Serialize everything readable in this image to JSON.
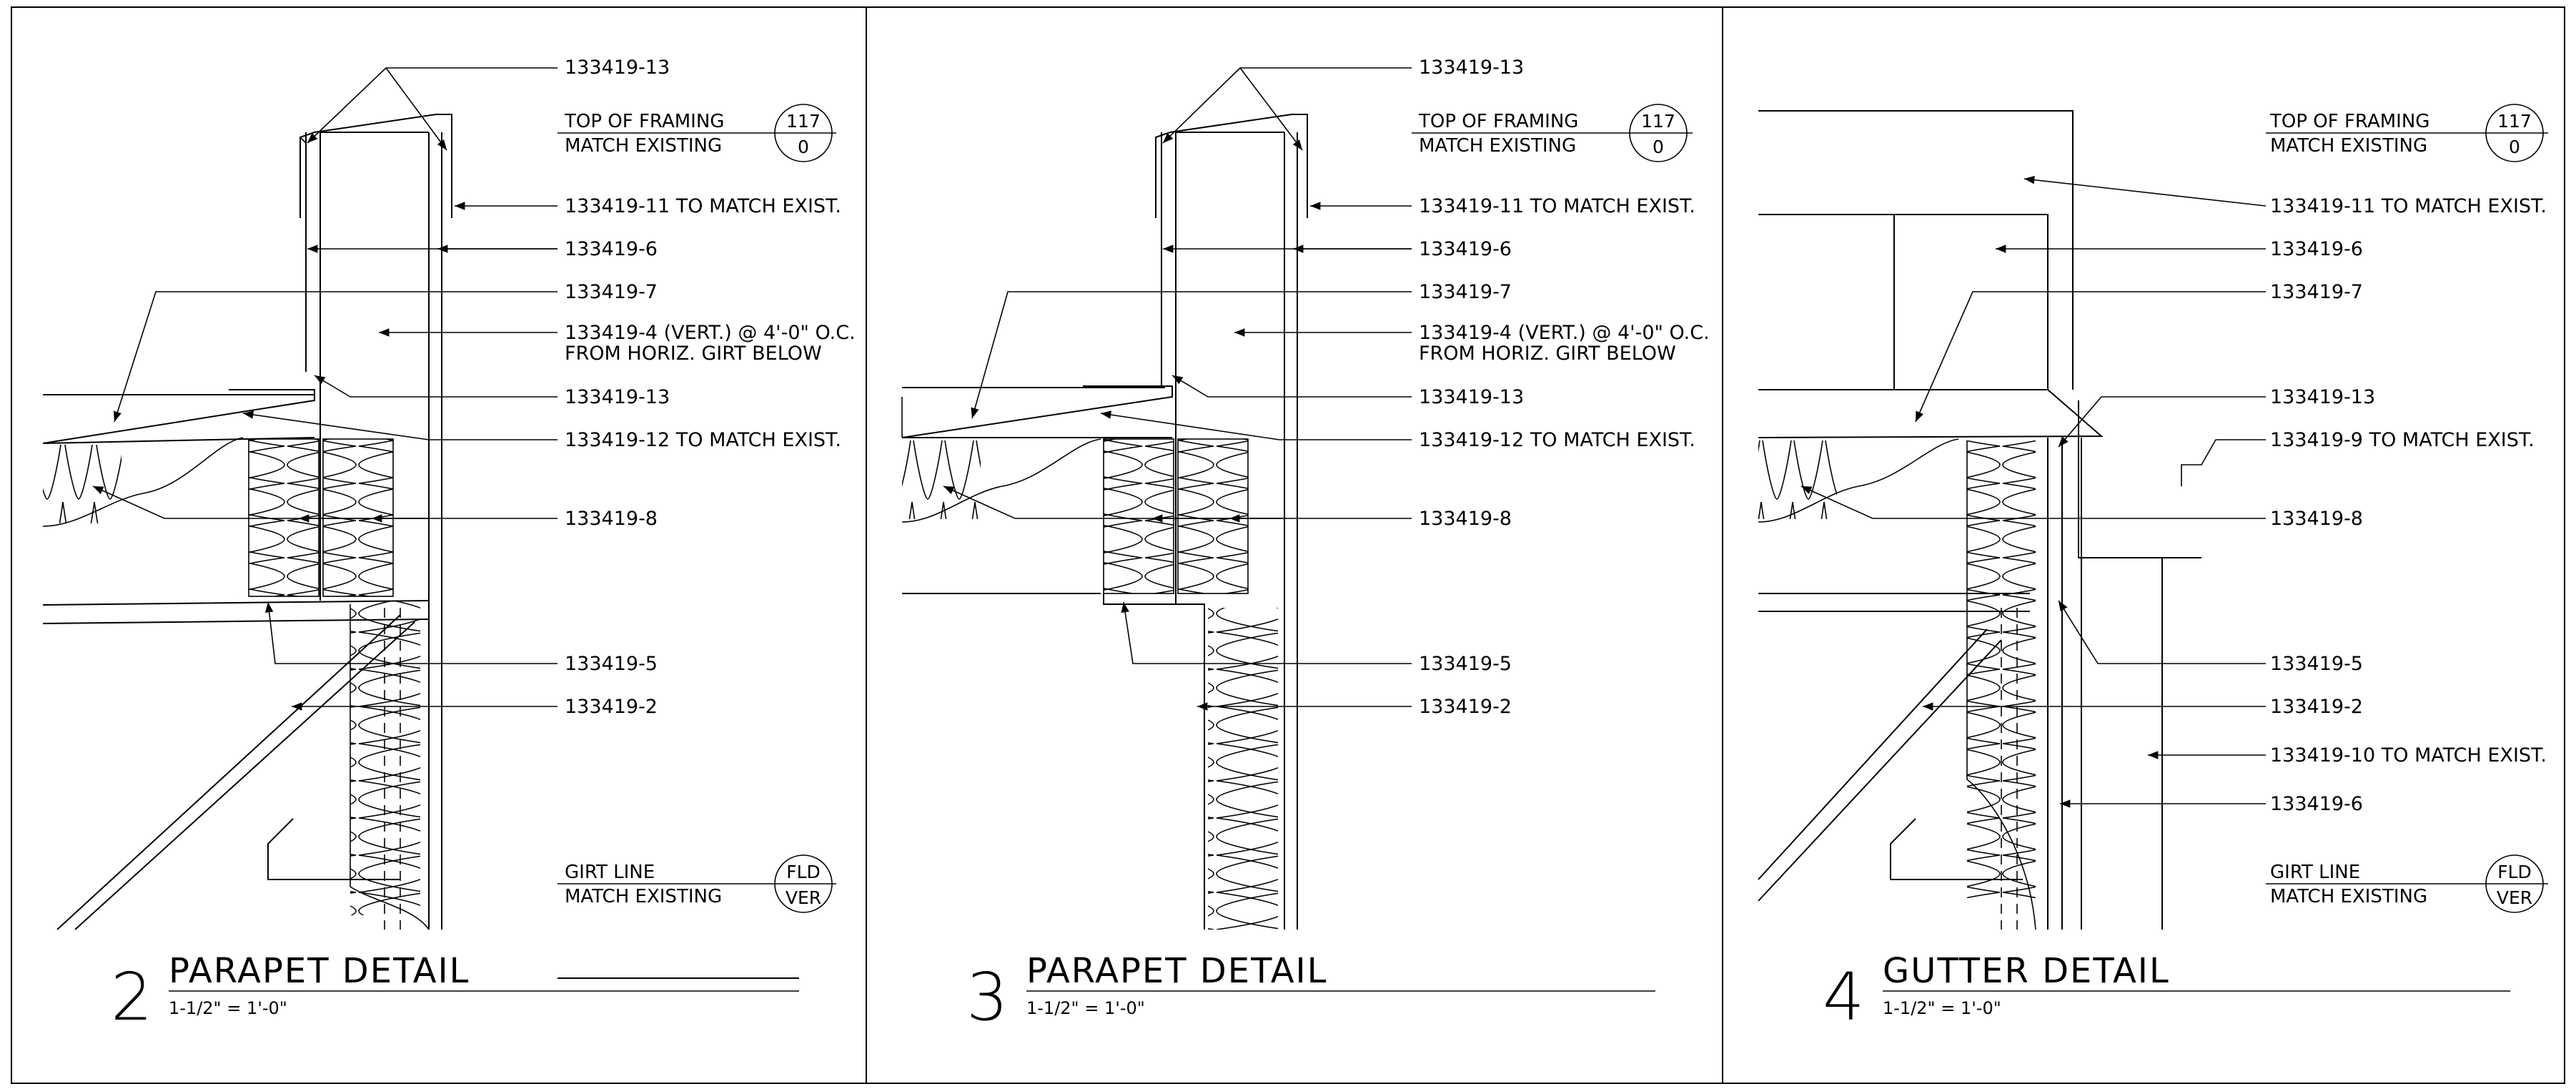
{
  "details": [
    {
      "number": "2",
      "title": "PARAPET DETAIL",
      "scale": "1-1/2\" = 1'-0\"",
      "top_level": {
        "line1": "TOP OF FRAMING",
        "line2": "MATCH EXISTING",
        "bubble_top": "117",
        "bubble_bottom": "0"
      },
      "bottom_level": {
        "line1": "GIRT LINE",
        "line2": "MATCH EXISTING",
        "bubble_top": "FLD",
        "bubble_bottom": "VER"
      },
      "notes": [
        "133419-13",
        "133419-11 TO MATCH EXIST.",
        "133419-6",
        "133419-7",
        "133419-4 (VERT.) @ 4'-0\" O.C.",
        "FROM HORIZ. GIRT BELOW",
        "133419-13",
        "133419-12 TO MATCH EXIST.",
        "133419-8",
        "133419-5",
        "133419-2"
      ]
    },
    {
      "number": "3",
      "title": "PARAPET DETAIL",
      "scale": "1-1/2\" = 1'-0\"",
      "top_level": {
        "line1": "TOP OF FRAMING",
        "line2": "MATCH EXISTING",
        "bubble_top": "117",
        "bubble_bottom": "0"
      },
      "notes": [
        "133419-13",
        "133419-11 TO MATCH EXIST.",
        "133419-6",
        "133419-7",
        "133419-4 (VERT.) @ 4'-0\" O.C.",
        "FROM HORIZ. GIRT BELOW",
        "133419-13",
        "133419-12 TO MATCH EXIST.",
        "133419-8",
        "133419-5",
        "133419-2"
      ]
    },
    {
      "number": "4",
      "title": "GUTTER DETAIL",
      "scale": "1-1/2\" = 1'-0\"",
      "top_level": {
        "line1": "TOP OF FRAMING",
        "line2": "MATCH EXISTING",
        "bubble_top": "117",
        "bubble_bottom": "0"
      },
      "bottom_level": {
        "line1": "GIRT LINE",
        "line2": "MATCH EXISTING",
        "bubble_top": "FLD",
        "bubble_bottom": "VER"
      },
      "notes": [
        "133419-11 TO MATCH EXIST.",
        "133419-6",
        "133419-7",
        "133419-13",
        "133419-9 TO MATCH EXIST.",
        "133419-8",
        "133419-5",
        "133419-2",
        "133419-10 TO MATCH EXIST.",
        "133419-6"
      ]
    }
  ],
  "colors": {
    "line": "#000000",
    "background": "#ffffff"
  }
}
